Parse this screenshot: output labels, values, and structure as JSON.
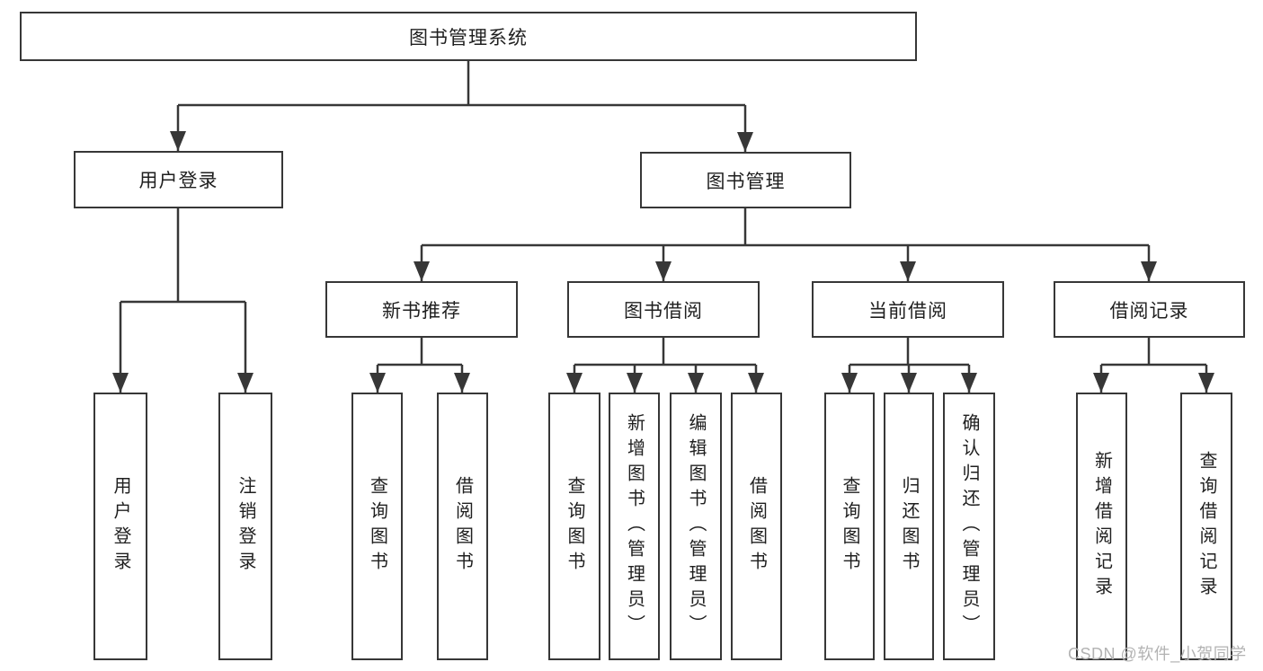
{
  "colors": {
    "background": "#ffffff",
    "line": "#373737",
    "box_border": "#373737",
    "text": "#1f1f1f",
    "watermark": "#b3b3b3"
  },
  "tree": {
    "root": {
      "label": "图书管理系统"
    },
    "branches": [
      {
        "label": "用户登录",
        "children": [
          {
            "label": "用户登录"
          },
          {
            "label": "注销登录"
          }
        ]
      },
      {
        "label": "图书管理",
        "children": [
          {
            "label": "新书推荐",
            "children": [
              {
                "label": "查询图书"
              },
              {
                "label": "借阅图书"
              }
            ]
          },
          {
            "label": "图书借阅",
            "children": [
              {
                "label": "查询图书"
              },
              {
                "label": "新增图书（管理员）"
              },
              {
                "label": "编辑图书（管理员）"
              },
              {
                "label": "借阅图书"
              }
            ]
          },
          {
            "label": "当前借阅",
            "children": [
              {
                "label": "查询图书"
              },
              {
                "label": "归还图书"
              },
              {
                "label": "确认归还（管理员）"
              }
            ]
          },
          {
            "label": "借阅记录",
            "children": [
              {
                "label": "新增借阅记录"
              },
              {
                "label": "查询借阅记录"
              }
            ]
          }
        ]
      }
    ]
  },
  "watermark": {
    "text": "CSDN @软件_小贺同学"
  }
}
